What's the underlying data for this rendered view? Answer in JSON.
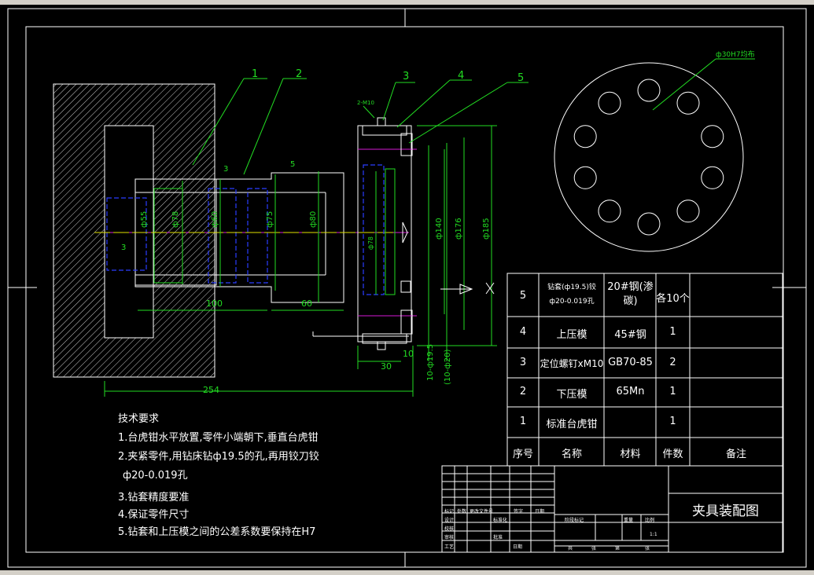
{
  "drawing": {
    "title": "夹具装配图",
    "scale": "1:1",
    "part_labels": [
      "1",
      "2",
      "3",
      "4",
      "5"
    ],
    "hole_note": "ф30H7均布",
    "small_note": "2-M10",
    "dims": {
      "d1": "ф55",
      "d2": "ф78",
      "d3": "ф60",
      "d4": "ф75",
      "d5": "ф80",
      "d6": "ф78",
      "d7": "ф140",
      "d8": "ф176",
      "d9": "ф185",
      "h1": "3",
      "h2": "5",
      "h3": "3",
      "l1": "100",
      "l2": "60",
      "l3": "30",
      "l4": "10",
      "l5": "254",
      "v1": "10-ф19.5",
      "v2": "(10-ф20)"
    }
  },
  "tech_requirements": {
    "heading": "技术要求",
    "items": [
      "1.台虎钳水平放置,零件小端朝下,垂直台虎钳",
      "2.夹紧零件,用钻床钻ф19.5的孔,再用铰刀铰",
      "ф20-0.019孔",
      "3.钻套精度要准",
      "4.保证零件尺寸",
      "5.钻套和上压模之间的公差系数要保持在H7"
    ]
  },
  "bom": {
    "header": [
      "序号",
      "名称",
      "材料",
      "件数",
      "备注"
    ],
    "rows": [
      {
        "no": "5",
        "name": "钻套(ф19.5)铰ф20-0.019孔",
        "material": "20#钢(渗碳)",
        "qty": "各10个",
        "note": ""
      },
      {
        "no": "4",
        "name": "上压模",
        "material": "45#钢",
        "qty": "1",
        "note": ""
      },
      {
        "no": "3",
        "name": "定位螺钉xM10",
        "material": "GB70-85",
        "qty": "2",
        "note": ""
      },
      {
        "no": "2",
        "name": "下压模",
        "material": "65Mn",
        "qty": "1",
        "note": ""
      },
      {
        "no": "1",
        "name": "标准台虎钳",
        "material": "",
        "qty": "1",
        "note": ""
      }
    ]
  },
  "title_block": {
    "row_labels": [
      "标记",
      "处数",
      "更改文件号",
      "签字",
      "日期"
    ],
    "labels2": [
      "设计",
      "校核",
      "审核",
      "工艺"
    ],
    "labels3": [
      "标准化",
      "批准",
      "日期"
    ],
    "stage": [
      "阶段标记",
      "重量",
      "比例"
    ],
    "sheet": [
      "共",
      "张",
      "第",
      "张"
    ]
  }
}
